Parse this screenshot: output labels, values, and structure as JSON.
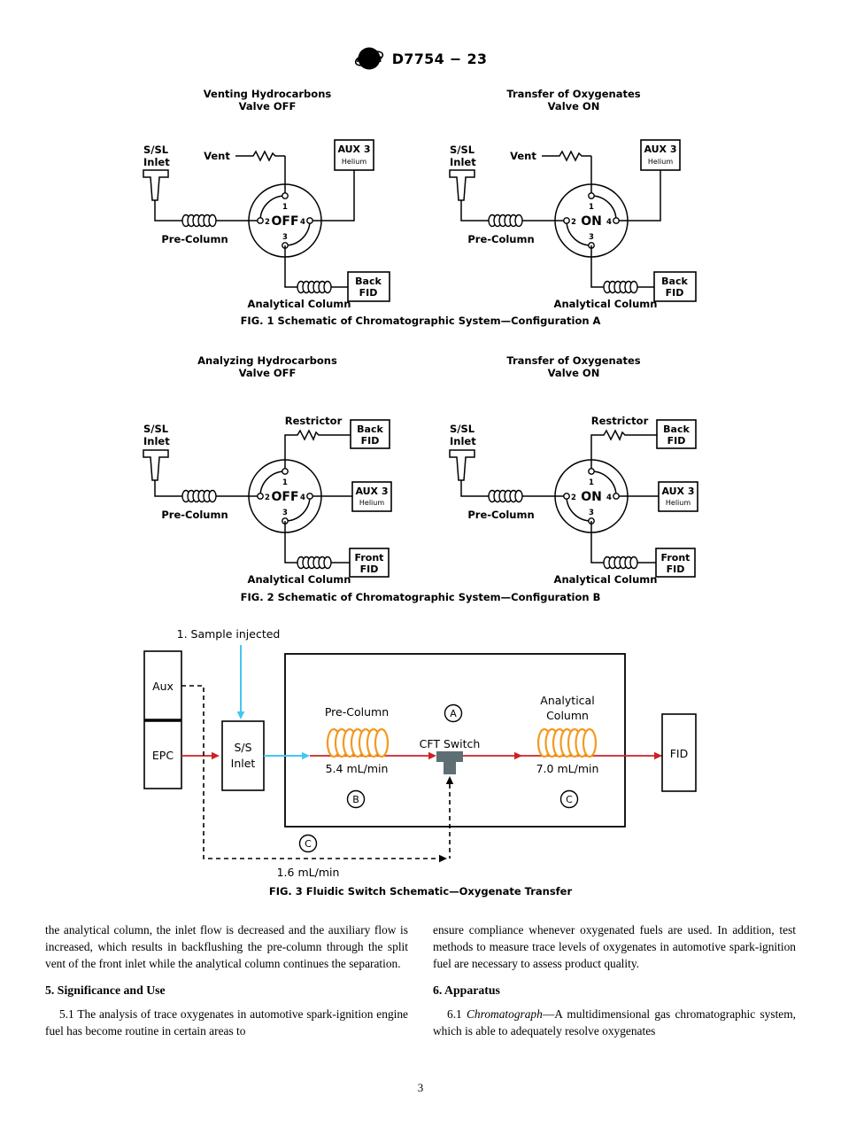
{
  "header": {
    "brand": "D7754 − 23"
  },
  "common": {
    "inlet1": "S/SL",
    "inlet2": "Inlet",
    "vent": "Vent",
    "restrictor": "Restrictor",
    "aux1": "AUX 3",
    "aux2": "Helium",
    "precolumn": "Pre-Column",
    "analytical": "Analytical Column",
    "back1": "Back",
    "back2": "FID",
    "front1": "Front",
    "front2": "FID",
    "ports": {
      "p1": "1",
      "p2": "2",
      "p3": "3",
      "p4": "4"
    },
    "off": "OFF",
    "on": "ON"
  },
  "fig1": {
    "left": {
      "t1": "Venting Hydrocarbons",
      "t2": "Valve OFF"
    },
    "right": {
      "t1": "Transfer of Oxygenates",
      "t2": "Valve ON"
    },
    "caption": "FIG. 1 Schematic of Chromatographic System—Configuration A"
  },
  "fig2": {
    "left": {
      "t1": "Analyzing Hydrocarbons",
      "t2": "Valve OFF"
    },
    "right": {
      "t1": "Transfer of Oxygenates",
      "t2": "Valve ON"
    },
    "caption": "FIG. 2 Schematic of Chromatographic System—Configuration B"
  },
  "fig3": {
    "sample": "1. Sample injected",
    "aux": "Aux",
    "epc": "EPC",
    "inlet1": "S/S",
    "inlet2": "Inlet",
    "precolumn": "Pre-Column",
    "flow_pre": "5.4 mL/min",
    "cft": "CFT Switch",
    "ana1": "Analytical",
    "ana2": "Column",
    "flow_ana": "7.0 mL/min",
    "fid": "FID",
    "flow_aux": "1.6 mL/min",
    "a": "A",
    "b": "B",
    "c": "C",
    "caption": "FIG. 3 Fluidic Switch Schematic—Oxygenate Transfer",
    "colors": {
      "flow_red": "#cf2026",
      "sample_cyan": "#45c6f0",
      "column_orange": "#f39a1f",
      "switch_gray": "#5d6f73"
    }
  },
  "body": {
    "left": {
      "para1": "the analytical column, the inlet flow is decreased and the auxiliary flow is increased, which results in backflushing the pre-column through the split vent of the front inlet while the analytical column continues the separation.",
      "heading": "5. Significance and Use",
      "para2": "5.1 The analysis of trace oxygenates in automotive spark-ignition engine fuel has become routine in certain areas to"
    },
    "right": {
      "para1": "ensure compliance whenever oxygenated fuels are used. In addition, test methods to measure trace levels of oxygenates in automotive spark-ignition fuel are necessary to assess product quality.",
      "heading": "6. Apparatus",
      "p2a": "6.1 ",
      "p2b": "Chromatograph",
      "p2c": "—A multidimensional gas chromatographic system, which is able to adequately resolve oxygenates"
    }
  },
  "footer": {
    "page": "3"
  }
}
